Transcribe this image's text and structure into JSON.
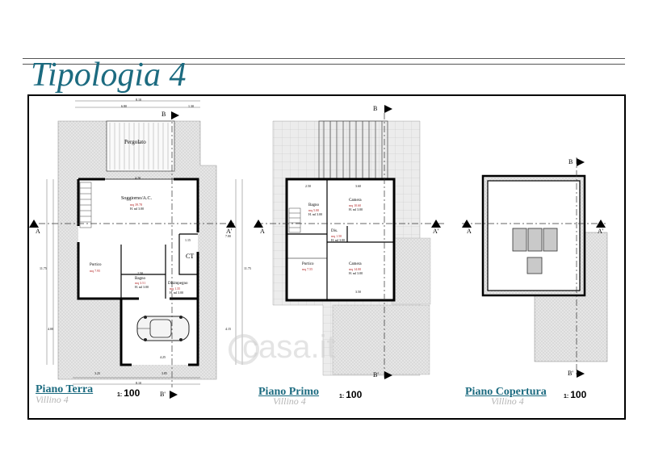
{
  "title": "Tipologia 4",
  "plans": {
    "ground": {
      "label": "Piano Terra",
      "subtitle": "Villino 4",
      "scale": "100",
      "scale_prefix": "1:",
      "rooms": {
        "pergolato": "Pergolato",
        "soggiorno": "Soggiorno/A.C.",
        "soggiorno_area": "mq 39.78",
        "soggiorno_height": "H. ml 3.00",
        "ct": "CT",
        "portico": "Portico",
        "portico_area": "mq 7.95",
        "bagno": "Bagno",
        "bagno_area": "mq 3.51",
        "bagno_height": "H. ml 3.00",
        "disimpegno": "Disimpegno",
        "disimpegno_area": "mq 1.35",
        "disimpegno_height": "H. ml 3.00"
      },
      "dims": {
        "top_total": "8.10",
        "top_left": "6.80",
        "top_right": "1.30",
        "inner_top": "4.20",
        "bottom_a": "3.25",
        "bottom_b": "3.85",
        "bottom_total": "8.10",
        "garage_w": "4.25",
        "left_v": "11.75",
        "left_v2": "4.00",
        "right_v": "7.00",
        "right_v2": "11.75",
        "right_v3": "4.15",
        "bagno_w": "2.50",
        "ct_w": "1.15"
      },
      "sections": {
        "a_left": "A",
        "a_right": "A'",
        "b_top": "B",
        "b_bottom": "B'"
      }
    },
    "first": {
      "label": "Piano Primo",
      "subtitle": "Villino 4",
      "scale": "100",
      "scale_prefix": "1:",
      "rooms": {
        "bagno": "Bagno",
        "bagno_area": "mq 5.00",
        "bagno_height": "H. ml 3.00",
        "camera1": "Camera",
        "camera1_area": "mq 10.60",
        "camera1_height": "H. ml 3.00",
        "dis": "Dis.",
        "dis_area": "mq 1.50",
        "dis_height": "H. ml 3.00",
        "camera2": "Camera",
        "camera2_area": "mq 14.00",
        "camera2_height": "H. ml 3.00",
        "portico": "Portico",
        "portico_area": "mq 7.55"
      },
      "dims": {
        "top_left": "2.50",
        "top_right": "3.60",
        "bottom": "3.50"
      },
      "sections": {
        "a_left": "A",
        "a_right": "A'",
        "b_top": "B",
        "b_bottom": "B'"
      }
    },
    "roof": {
      "label": "Piano Copertura",
      "subtitle": "Villino 4",
      "scale": "100",
      "scale_prefix": "1:",
      "sections": {
        "a_left": "A",
        "a_right": "A'",
        "b_top": "B",
        "b_bottom": "B'"
      }
    }
  },
  "watermark": "casa.it",
  "colors": {
    "title": "#1c6b80",
    "hatch": "#d6d6d6",
    "wall": "#000000",
    "room_area_text": "#b22222"
  }
}
